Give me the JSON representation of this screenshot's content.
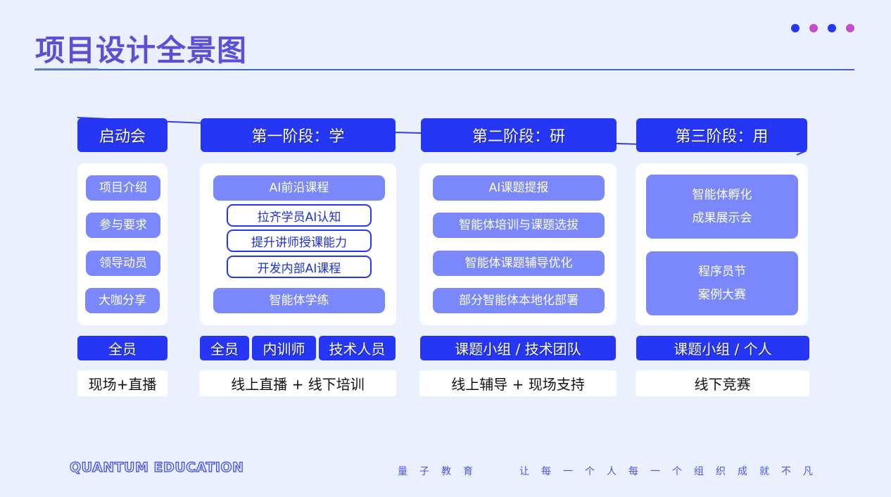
{
  "title": "项目设计全景图",
  "colors": {
    "title": "#5b4fd6",
    "primary": "#2536f5",
    "pill": "#7b88fb",
    "background": "#eaf0fd",
    "accent_magenta": "#c04fc9"
  },
  "decor_dots": [
    "#2536f5",
    "#c04fc9",
    "#2536f5",
    "#c04fc9"
  ],
  "stages": [
    {
      "header": "启动会",
      "items": [
        "项目介绍",
        "参与要求",
        "领导动员",
        "大咖分享"
      ],
      "audience": [
        "全员"
      ],
      "mode": "现场+直播"
    },
    {
      "header": "第一阶段：学",
      "items": [
        "AI前沿课程",
        "智能体学练"
      ],
      "sub_items": [
        "拉齐学员AI认知",
        "提升讲师授课能力",
        "开发内部AI课程"
      ],
      "audience": [
        "全员",
        "内训师",
        "技术人员"
      ],
      "mode": "线上直播 + 线下培训"
    },
    {
      "header": "第二阶段：研",
      "items": [
        "AI课题提报",
        "智能体培训与课题选拔",
        "智能体课题辅导优化",
        "部分智能体本地化部署"
      ],
      "audience": [
        "课题小组 / 技术团队"
      ],
      "mode": "线上辅导 + 现场支持"
    },
    {
      "header": "第三阶段：用",
      "items": [
        {
          "line1": "智能体孵化",
          "line2": "成果展示会"
        },
        {
          "line1": "程序员节",
          "line2": "案例大赛"
        }
      ],
      "audience": [
        "课题小组 / 个人"
      ],
      "mode": "线下竞赛"
    }
  ],
  "footer": {
    "brand": "QUANTUM EDUCATION",
    "company": "量子教育",
    "slogan": "让每一个人每一个组织成就不凡"
  }
}
